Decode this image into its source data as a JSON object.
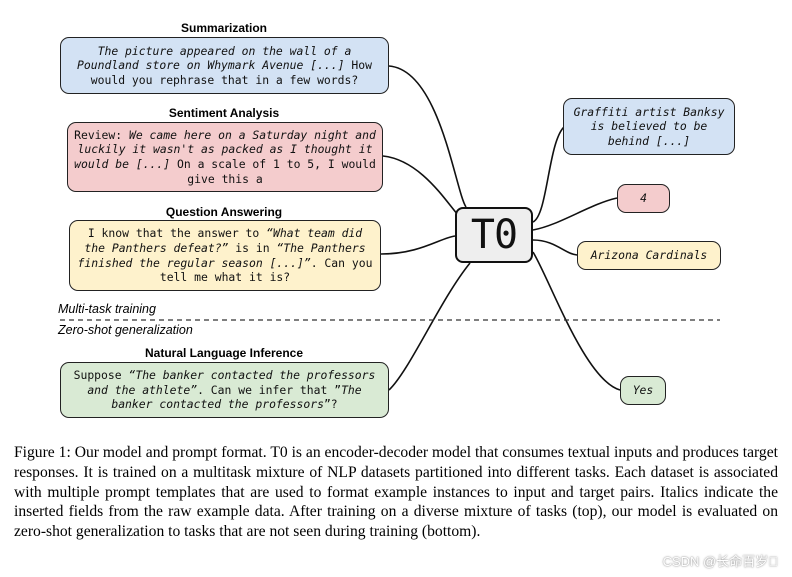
{
  "model": {
    "name": "T0"
  },
  "tasks": [
    {
      "heading": "Summarization",
      "segments": [
        {
          "text": "The picture appeared on the wall of a Poundland store on Whymark Avenue [...]",
          "italic": true
        },
        {
          "text": " How would you rephrase that in a few words?",
          "italic": false
        }
      ],
      "target": "Graffiti artist Banksy is believed to be behind [...]",
      "target_italic": true
    },
    {
      "heading": "Sentiment Analysis",
      "segments": [
        {
          "text": "Review: ",
          "italic": false
        },
        {
          "text": "We came here on a Saturday night and luckily it wasn't as packed as I thought it would be [...]",
          "italic": true
        },
        {
          "text": " On a scale of 1 to 5, I would give this a",
          "italic": false
        }
      ],
      "target": "4",
      "target_italic": true
    },
    {
      "heading": "Question Answering",
      "segments": [
        {
          "text": "I know that the answer to ",
          "italic": false
        },
        {
          "text": "“What team did the Panthers defeat?”",
          "italic": true
        },
        {
          "text": " is in ",
          "italic": false
        },
        {
          "text": "“The Panthers finished the regular season [...]”",
          "italic": true
        },
        {
          "text": ". Can you tell me what it is?",
          "italic": false
        }
      ],
      "target": "Arizona Cardinals",
      "target_italic": true
    },
    {
      "heading": "Natural Language Inference",
      "segments": [
        {
          "text": "Suppose ",
          "italic": false
        },
        {
          "text": "“The banker contacted the professors and the athlete”",
          "italic": true
        },
        {
          "text": ". Can we infer that ”",
          "italic": false
        },
        {
          "text": "The banker contacted the professors",
          "italic": true
        },
        {
          "text": "”?",
          "italic": false
        }
      ],
      "target": "Yes",
      "target_italic": true
    }
  ],
  "sections": {
    "train_label": "Multi-task training",
    "zeroshot_label": "Zero-shot generalization"
  },
  "caption": "Figure 1: Our model and prompt format. T0 is an encoder-decoder model that consumes textual inputs and produces target responses. It is trained on a multitask mixture of NLP datasets partitioned into different tasks. Each dataset is associated with multiple prompt templates that are used to format example instances to input and target pairs. Italics indicate the inserted fields from the raw example data. After training on a diverse mixture of tasks (top), our model is evaluated on zero-shot generalization to tasks that are not seen during training (bottom).",
  "watermark": "CSDN @长命百岁\u0000",
  "colors": {
    "summarization": "#d3e2f4",
    "sentiment": "#f4cccd",
    "qa": "#fef2cc",
    "nli": "#d9ead4",
    "model_box": "#eeeeee"
  }
}
